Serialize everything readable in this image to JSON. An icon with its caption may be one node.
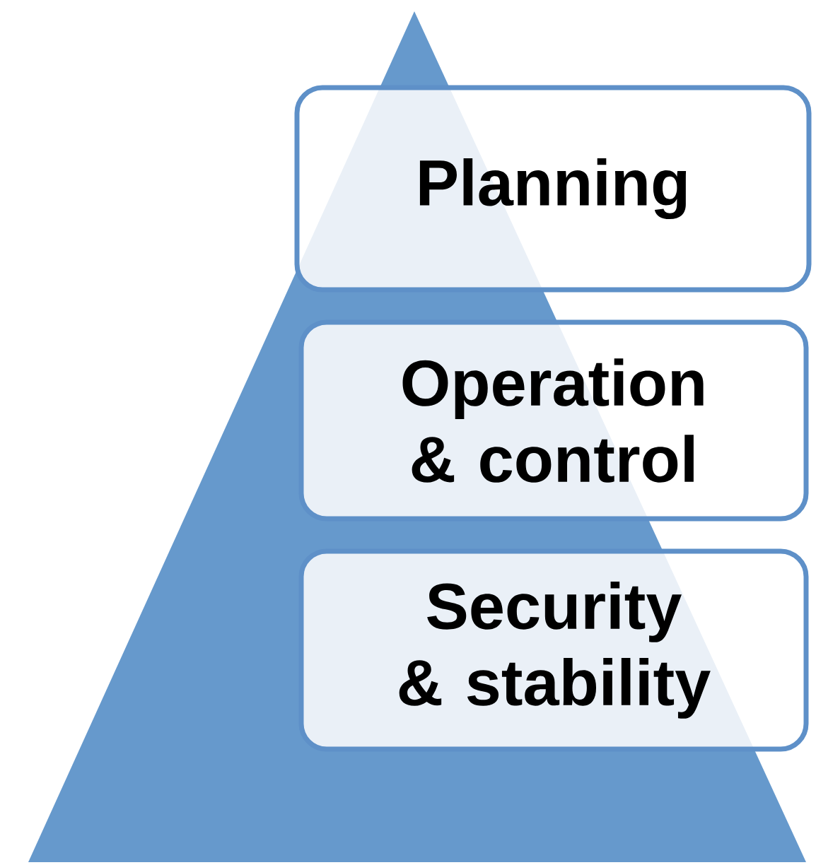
{
  "diagram": {
    "nodes": [
      {
        "text": [
          "Planning"
        ]
      },
      {
        "text": [
          "Operation & control"
        ]
      },
      {
        "text": [
          "Security & stability"
        ]
      }
    ]
  }
}
